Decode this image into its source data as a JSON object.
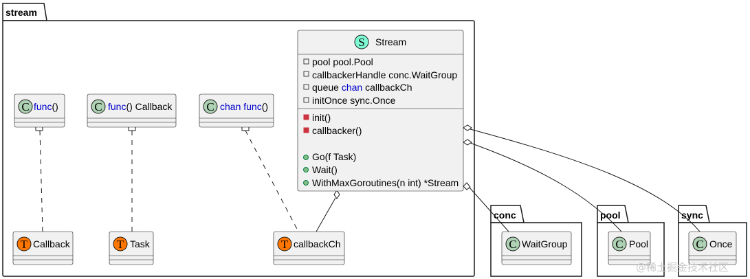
{
  "packages": {
    "stream": "stream",
    "conc": "conc",
    "pool": "pool",
    "sync": "sync"
  },
  "stream_class": {
    "stereotype": "S",
    "name": "Stream",
    "fields": [
      {
        "visibility": "private",
        "text": "pool pool.Pool"
      },
      {
        "visibility": "private",
        "text": "callbackerHandle conc.WaitGroup"
      },
      {
        "visibility": "private",
        "prefix": "queue ",
        "keyword": "chan",
        "suffix": " callbackCh"
      },
      {
        "visibility": "private",
        "text": "initOnce sync.Once"
      }
    ],
    "private_methods": [
      "init()",
      "callbacker()"
    ],
    "public_methods": [
      "Go(f Task)",
      "Wait()",
      "WithMaxGoroutines(n int) *Stream"
    ]
  },
  "func_classes": [
    {
      "stereotype": "C",
      "keyword": "func",
      "rest": "()"
    },
    {
      "stereotype": "C",
      "keyword": "func",
      "rest": "() Callback"
    },
    {
      "stereotype": "C",
      "keyword1": "chan",
      "keyword": "func",
      "rest": "()"
    }
  ],
  "type_classes": [
    {
      "stereotype": "T",
      "name": "Callback"
    },
    {
      "stereotype": "T",
      "name": "Task"
    },
    {
      "stereotype": "T",
      "name": "callbackCh"
    }
  ],
  "external_classes": [
    {
      "stereotype": "C",
      "name": "WaitGroup"
    },
    {
      "stereotype": "C",
      "name": "Pool"
    },
    {
      "stereotype": "C",
      "name": "Once"
    }
  ],
  "watermark": "@稀土掘金技术社区",
  "colors": {
    "class_fill": "#f1f1f1",
    "keyword": "#0000cc",
    "badge_class": "#add1b2",
    "badge_struct": "#7ffbd4",
    "badge_type": "#ff7700",
    "private_method": "#cc3340",
    "public_method": "#84be84"
  }
}
